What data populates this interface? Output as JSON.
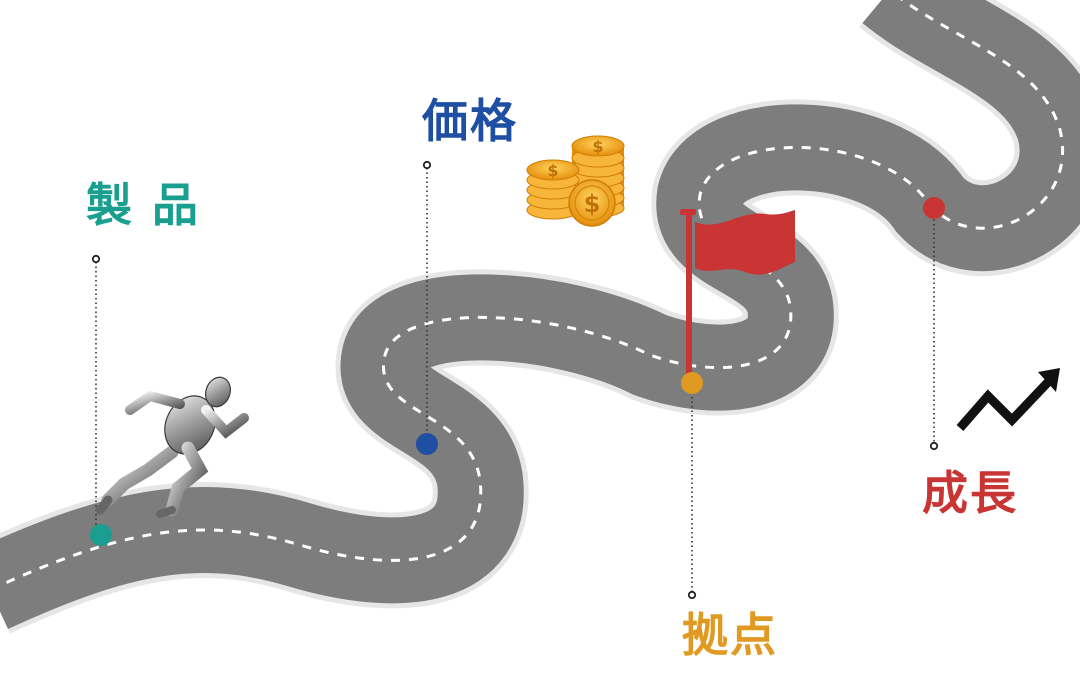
{
  "milestones": [
    {
      "id": "product",
      "label": "製 品",
      "color": "#1a9e8f"
    },
    {
      "id": "price",
      "label": "価格",
      "color": "#1e4fa3"
    },
    {
      "id": "base",
      "label": "拠点",
      "color": "#e09a22"
    },
    {
      "id": "growth",
      "label": "成長",
      "color": "#c93434"
    }
  ],
  "colors": {
    "road": "#7d7d7d",
    "road_edge": "#e6e6e6",
    "lane_marks": "#ffffff",
    "flag": "#c93434",
    "coins": "#f2a81d",
    "arrow": "#111111"
  },
  "icons": [
    "runner-robot-icon",
    "coin-stacks-icon",
    "flag-icon",
    "growth-arrow-icon"
  ]
}
